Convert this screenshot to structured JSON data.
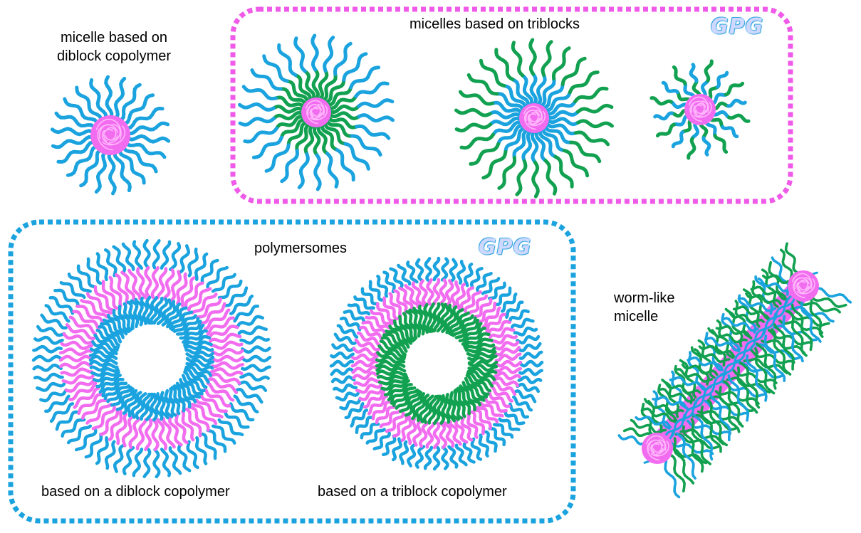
{
  "colors": {
    "hydrophilic_blue": "#1aa3de",
    "hydrophobic_pink": "#f26cf0",
    "middle_green": "#12a150",
    "frame_pink": "#f05ae8",
    "frame_blue": "#1aa3de"
  },
  "labels": {
    "diblock_micelle_line1": "micelle based on",
    "diblock_micelle_line2": "diblock copolymer",
    "triblock_title": "micelles based on triblocks",
    "polymersomes_title": "polymersomes",
    "poly_diblock": "based on a diblock copolymer",
    "poly_triblock": "based on a triblock copolymer",
    "worm_line1": "worm-like",
    "worm_line2": "micelle",
    "watermark": "GPG"
  }
}
